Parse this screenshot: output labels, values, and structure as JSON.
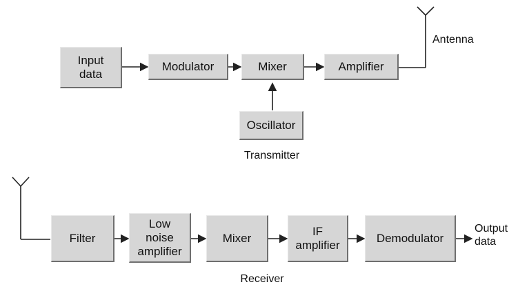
{
  "transmitter": {
    "caption": "Transmitter",
    "blocks": {
      "input_data": "Input\ndata",
      "modulator": "Modulator",
      "mixer": "Mixer",
      "amplifier": "Amplifier",
      "oscillator": "Oscillator"
    },
    "antenna_label": "Antenna"
  },
  "receiver": {
    "caption": "Receiver",
    "blocks": {
      "filter": "Filter",
      "lna": "Low\nnoise\namplifier",
      "mixer": "Mixer",
      "if_amp": "IF\namplifier",
      "demodulator": "Demodulator"
    },
    "output_label": "Output\ndata"
  },
  "colors": {
    "block_fill": "#d6d6d6",
    "line": "#222222"
  }
}
